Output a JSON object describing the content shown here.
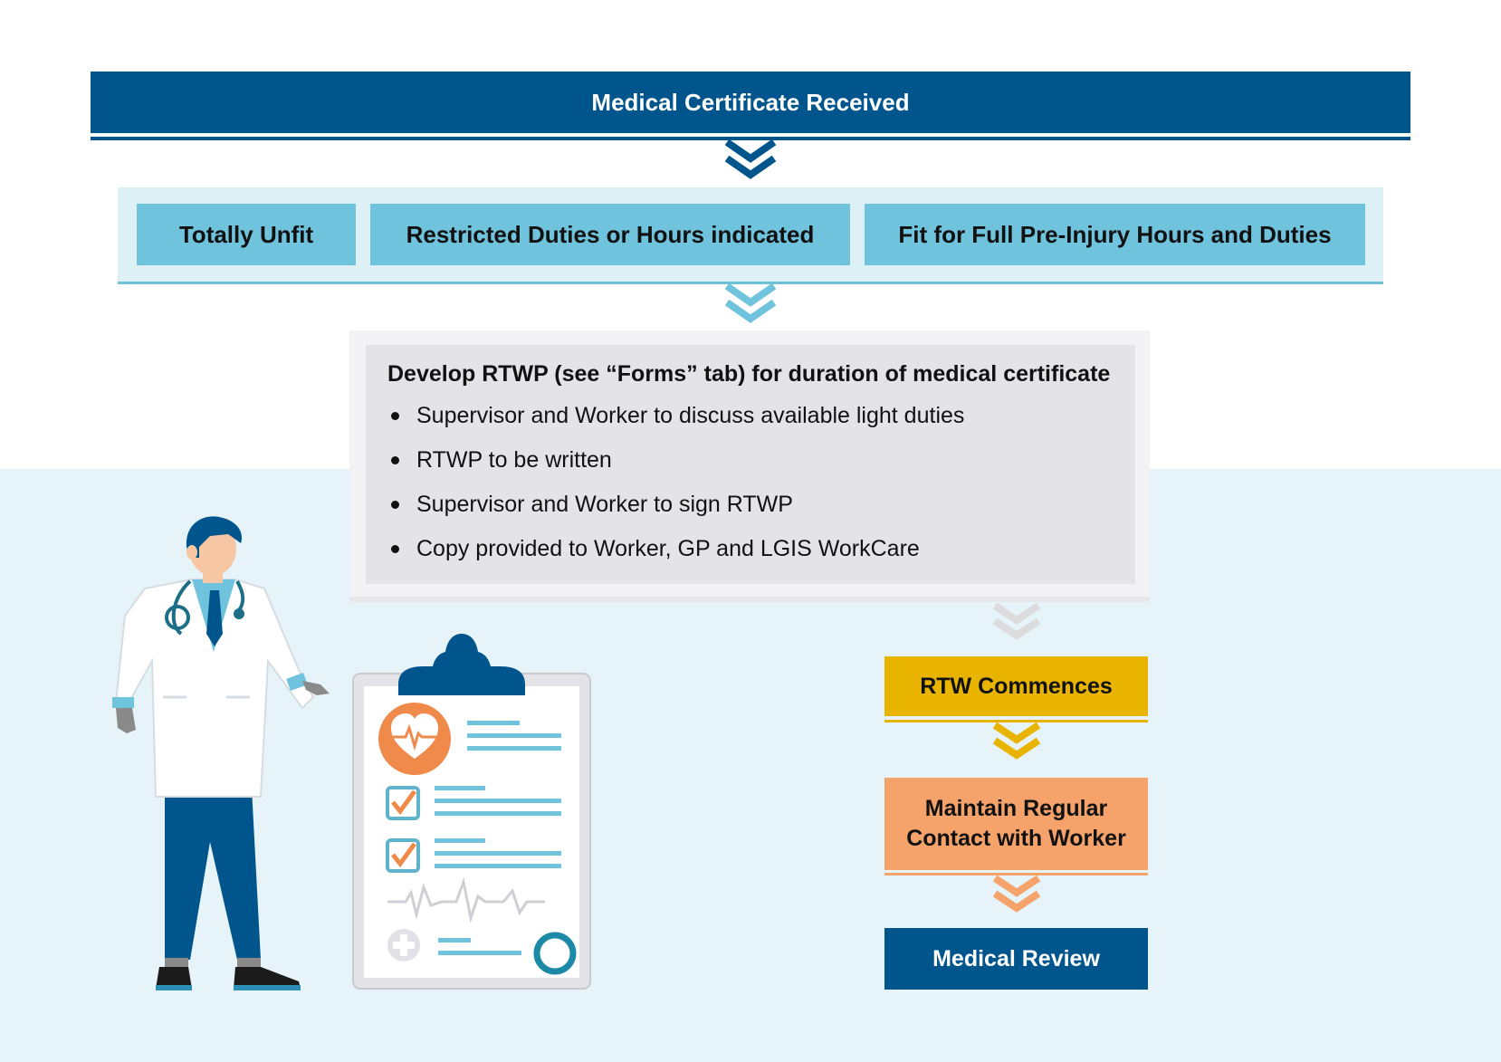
{
  "flow": {
    "start": "Medical Certificate Received",
    "options": [
      "Totally Unfit",
      "Restricted Duties or Hours indicated",
      "Fit for Full Pre-Injury Hours and Duties"
    ],
    "rtwp": {
      "title": "Develop RTWP (see “Forms” tab) for duration of medical certificate",
      "items": [
        "Supervisor and Worker to discuss available light duties",
        "RTWP to be written",
        "Supervisor and Worker to sign RTWP",
        "Copy provided to Worker, GP and LGIS WorkCare"
      ]
    },
    "steps": {
      "rtw": "RTW Commences",
      "maintain_line1": "Maintain Regular",
      "maintain_line2": "Contact with Worker",
      "review": "Medical Review"
    }
  },
  "colors": {
    "navy": "#00558c",
    "light_blue": "#70c3dc",
    "panel_blue": "#dcf0f6",
    "gold": "#e8b400",
    "orange": "#f5a36b",
    "grey_box": "#e4e3e8"
  },
  "icons": [
    "doctor-illustration",
    "clipboard-illustration",
    "heart-icon",
    "checkbox-icon",
    "medical-cross-icon",
    "stethoscope-icon"
  ]
}
